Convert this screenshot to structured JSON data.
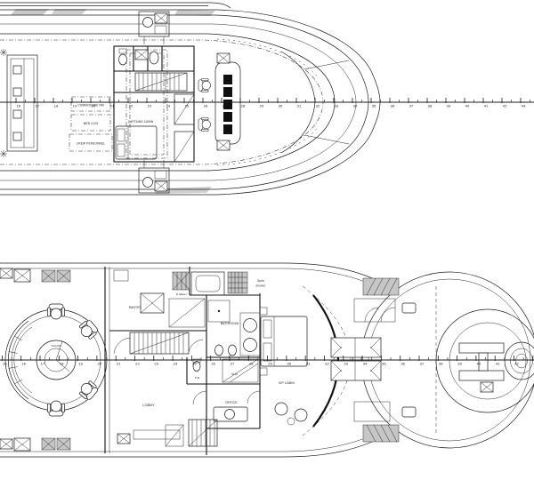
{
  "plans": {
    "upper": {
      "labels": {
        "commodore_rm": "COMMODORE RM",
        "med_4_do": "MED 4 DO",
        "crew_personnel": "CREW PERSONNEL",
        "captains_cabin": "CAPTAINS CABIN"
      }
    },
    "lower": {
      "labels": {
        "salon": "SALON",
        "pantry": "PANTRY",
        "dumbwaiter": "D.Waiter",
        "open_shower_line1": "Open",
        "open_shower_line2": "shower",
        "bathroom": "BATHROOM",
        "pr": "P.R.",
        "wm": "W.M.",
        "lobby": "LOBBY",
        "office": "OFFICE",
        "vip_cabin": "VIP CABIN"
      }
    }
  },
  "rulers": [
    {
      "name": "upper-frame-ruler",
      "frames": [
        "16",
        "17",
        "18",
        "19",
        "20",
        "21",
        "22",
        "23",
        "24",
        "25",
        "26",
        "27",
        "28",
        "29",
        "30",
        "31",
        "32",
        "33",
        "34",
        "35",
        "36",
        "37",
        "38",
        "39",
        "40",
        "41",
        "42",
        "43"
      ]
    },
    {
      "name": "lower-frame-ruler",
      "frames": [
        "15",
        "16",
        "17",
        "18",
        "19",
        "20",
        "21",
        "22",
        "23",
        "24",
        "25",
        "26",
        "27",
        "28",
        "29",
        "30",
        "31",
        "32",
        "33",
        "34",
        "35",
        "36",
        "37",
        "38",
        "39",
        "40",
        "41",
        "42",
        "43"
      ]
    }
  ]
}
